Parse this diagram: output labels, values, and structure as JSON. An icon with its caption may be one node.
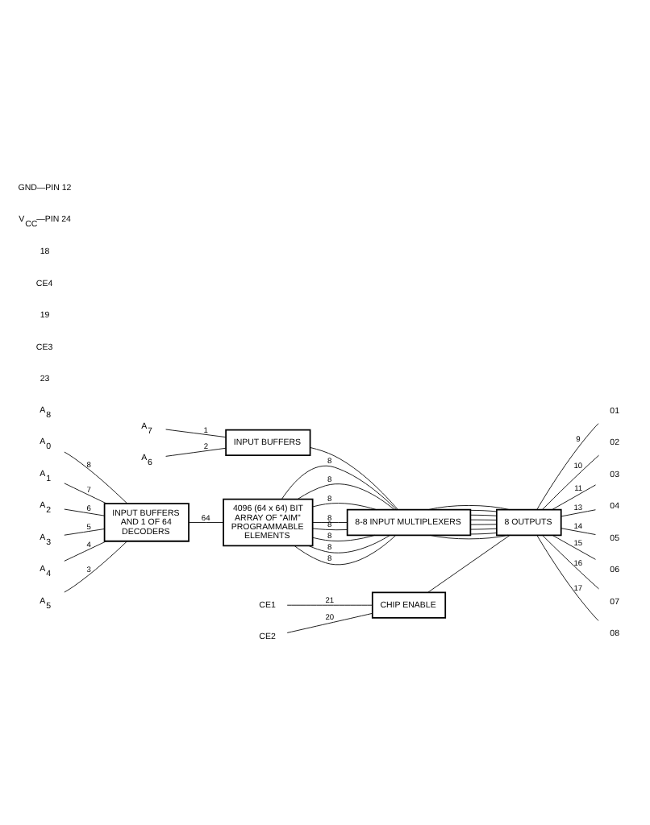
{
  "diagram": {
    "nodes": [
      {
        "text": [
          "A$_{0}$"
        ]
      },
      {
        "text": [
          "A$_{1}$"
        ]
      },
      {
        "text": [
          "A$_{2}$"
        ]
      },
      {
        "text": [
          "A$_{3}$"
        ]
      },
      {
        "text": [
          "A$_{4}$"
        ]
      },
      {
        "text": [
          "A$_{5}$"
        ]
      },
      {
        "text": [
          "INPUT BUFFERS AND 1 OF 64 DECODERS"
        ]
      },
      {
        "text": [
          "4096 (64 x 64) BIT ARRAY OF \"AIM\" PROGRAMMABLE ELEMENTS"
        ]
      },
      {
        "text": [
          "A$_{6}$"
        ]
      },
      {
        "text": [
          "A$_{7}$"
        ]
      },
      {
        "text": [
          "INPUT BUFFERS"
        ]
      },
      {
        "text": [
          "8-8 INPUT MULTIPLEXERS"
        ]
      },
      {
        "text": [
          "CE1"
        ]
      },
      {
        "text": [
          "CE2"
        ]
      },
      {
        "text": [
          "CHIP ENABLE"
        ]
      },
      {
        "text": [
          "8 OUTPUTS"
        ]
      },
      {
        "text": [
          "01"
        ]
      },
      {
        "text": [
          "02"
        ]
      },
      {
        "text": [
          "03"
        ]
      },
      {
        "text": [
          "04"
        ]
      },
      {
        "text": [
          "05"
        ]
      },
      {
        "text": [
          "06"
        ]
      },
      {
        "text": [
          "07"
        ]
      },
      {
        "text": [
          "08"
        ]
      }
    ],
    "edges": [
      {
        "from": 0,
        "to": 6,
        "arrow": "none",
        "label": "8"
      },
      {
        "from": 1,
        "to": 6,
        "arrow": "none",
        "label": "7"
      },
      {
        "from": 2,
        "to": 6,
        "arrow": "none",
        "label": "6"
      },
      {
        "from": 3,
        "to": 6,
        "arrow": "none",
        "label": "5"
      },
      {
        "from": 4,
        "to": 6,
        "arrow": "none",
        "label": "4"
      },
      {
        "from": 5,
        "to": 6,
        "arrow": "none",
        "label": "3"
      },
      {
        "from": 6,
        "to": 7,
        "arrow": "none",
        "label": "64"
      },
      {
        "from": 7,
        "to": 11,
        "arrow": "none",
        "label": "8"
      },
      {
        "from": 7,
        "to": 11,
        "arrow": "none",
        "label": "8"
      },
      {
        "from": 7,
        "to": 11,
        "arrow": "none",
        "label": "8"
      },
      {
        "from": 7,
        "to": 11,
        "arrow": "none",
        "label": "8"
      },
      {
        "from": 7,
        "to": 11,
        "arrow": "none",
        "label": "8"
      },
      {
        "from": 7,
        "to": 11,
        "arrow": "none",
        "label": "8"
      },
      {
        "from": 7,
        "to": 11,
        "arrow": "none",
        "label": "8"
      },
      {
        "from": 7,
        "to": 11,
        "arrow": "none",
        "label": "8"
      },
      {
        "from": 8,
        "to": 10,
        "arrow": "none",
        "label": "2"
      },
      {
        "from": 9,
        "to": 10,
        "arrow": "none",
        "label": "1"
      },
      {
        "from": 10,
        "to": 11,
        "arrow": "none"
      },
      {
        "from": 11,
        "to": 15,
        "arrow": "none"
      },
      {
        "from": 11,
        "to": 15,
        "arrow": "none"
      },
      {
        "from": 11,
        "to": 15,
        "arrow": "none"
      },
      {
        "from": 11,
        "to": 15,
        "arrow": "none"
      },
      {
        "from": 11,
        "to": 15,
        "arrow": "none"
      },
      {
        "from": 11,
        "to": 15,
        "arrow": "none"
      },
      {
        "from": 11,
        "to": 15,
        "arrow": "none"
      },
      {
        "from": 11,
        "to": 15,
        "arrow": "none"
      },
      {
        "from": 12,
        "to": 14,
        "arrow": "none",
        "label": "21"
      },
      {
        "from": 13,
        "to": 14,
        "arrow": "none",
        "label": "20"
      },
      {
        "from": 14,
        "to": 15,
        "arrow": "none"
      },
      {
        "from": 15,
        "to": 16,
        "arrow": "none",
        "label": "9"
      },
      {
        "from": 15,
        "to": 17,
        "arrow": "none",
        "label": "10"
      },
      {
        "from": 15,
        "to": 18,
        "arrow": "none",
        "label": "11"
      },
      {
        "from": 15,
        "to": 19,
        "arrow": "none",
        "label": "13"
      },
      {
        "from": 15,
        "to": 20,
        "arrow": "none",
        "label": "14"
      },
      {
        "from": 15,
        "to": 21,
        "arrow": "none",
        "label": "15"
      },
      {
        "from": 15,
        "to": 22,
        "arrow": "none",
        "label": "16"
      },
      {
        "from": 15,
        "to": 23,
        "arrow": "none",
        "label": "17"
      }
    ],
    "labels": [
      "A$_{8}$",
      "23",
      "CE3",
      "19",
      "CE4",
      "18",
      "V$_{CC}$—PIN 24",
      "GND—PIN 12"
    ]
  }
}
